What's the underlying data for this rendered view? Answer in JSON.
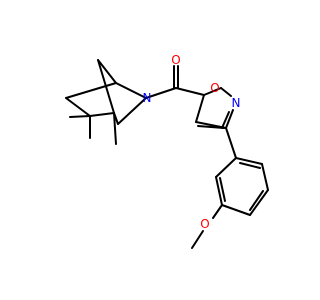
{
  "molecule": {
    "atoms": [
      {
        "id": "O_carbonyl",
        "label": "O",
        "color": "#ff0000"
      },
      {
        "id": "N_bicyclic",
        "label": "N",
        "color": "#0000ff"
      },
      {
        "id": "N_isoxazole",
        "label": "N",
        "color": "#0000ff"
      },
      {
        "id": "O_isoxazole",
        "label": "O",
        "color": "#ff0000"
      },
      {
        "id": "O_methoxy",
        "label": "O",
        "color": "#ff0000"
      }
    ],
    "bond_color": "#000000"
  }
}
